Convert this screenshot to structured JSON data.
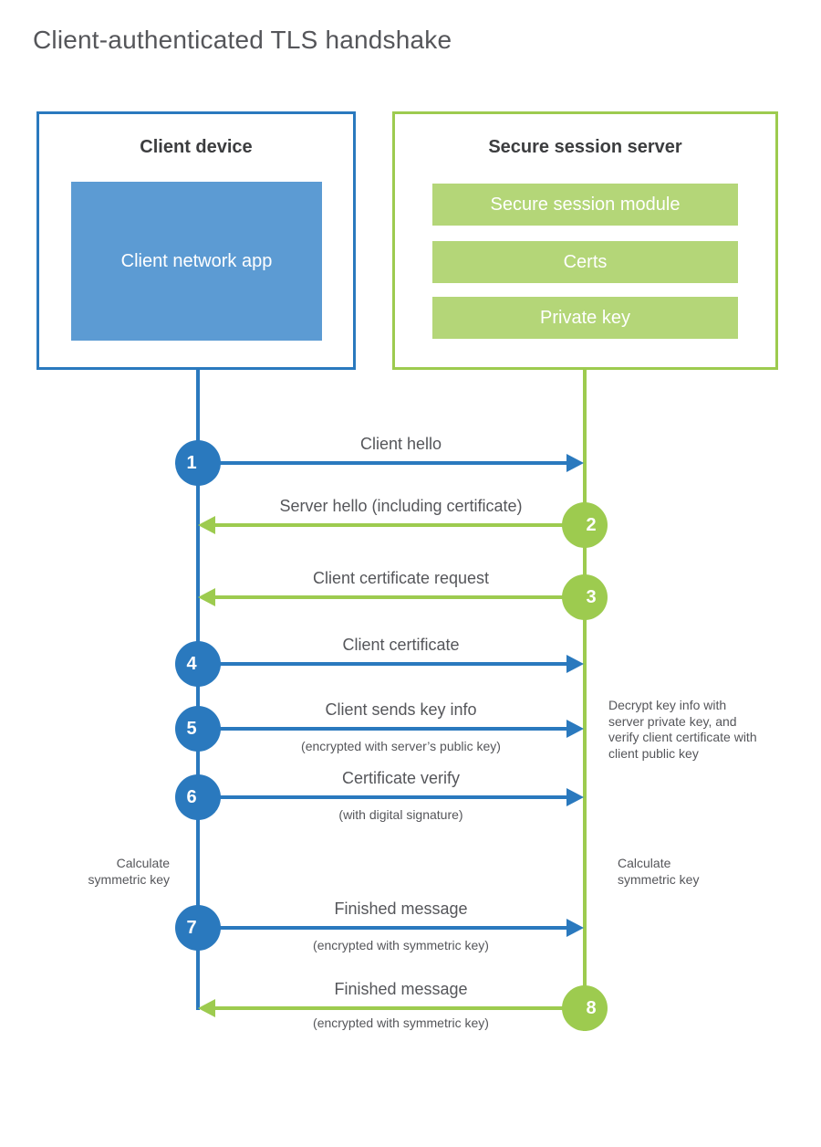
{
  "title": "Client-authenticated TLS handshake",
  "colors": {
    "client_accent": "#2A79BE",
    "client_fill": "#5C9BD3",
    "server_accent": "#9DCB4F",
    "server_fill": "#B4D678",
    "text_gray": "#55565A",
    "heading_dark": "#3C3D3F"
  },
  "client": {
    "title": "Client device",
    "app_label": "Client network app"
  },
  "server": {
    "title": "Secure session server",
    "modules": [
      "Secure session module",
      "Certs",
      "Private key"
    ]
  },
  "steps": [
    {
      "num": "1",
      "from": "client",
      "direction": "right",
      "label": "Client hello",
      "sublabel": ""
    },
    {
      "num": "2",
      "from": "server",
      "direction": "left",
      "label": "Server hello (including certificate)",
      "sublabel": ""
    },
    {
      "num": "3",
      "from": "server",
      "direction": "left",
      "label": "Client certificate request",
      "sublabel": ""
    },
    {
      "num": "4",
      "from": "client",
      "direction": "right",
      "label": "Client certificate",
      "sublabel": ""
    },
    {
      "num": "5",
      "from": "client",
      "direction": "right",
      "label": "Client sends key info",
      "sublabel": "(encrypted with server’s public key)"
    },
    {
      "num": "6",
      "from": "client",
      "direction": "right",
      "label": "Certificate verify",
      "sublabel": "(with digital signature)"
    },
    {
      "num": "7",
      "from": "client",
      "direction": "right",
      "label": "Finished message",
      "sublabel": "(encrypted with symmetric key)"
    },
    {
      "num": "8",
      "from": "server",
      "direction": "left",
      "label": "Finished message",
      "sublabel": "(encrypted with symmetric key)"
    }
  ],
  "notes": {
    "decrypt": "Decrypt key info with server private key, and verify client certificate with client public key",
    "calc_left": "Calculate symmetric key",
    "calc_right": "Calculate symmetric key"
  }
}
